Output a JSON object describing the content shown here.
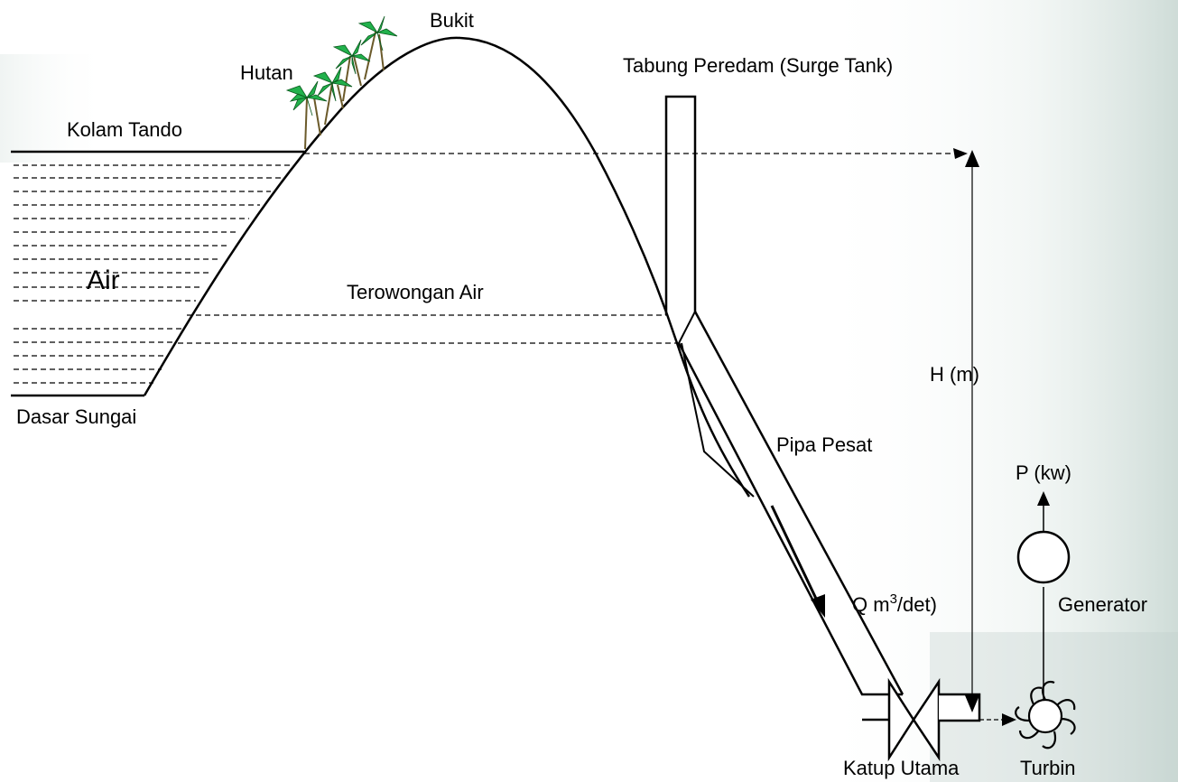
{
  "diagram": {
    "labels": {
      "bukit": "Bukit",
      "hutan": "Hutan",
      "surge_tank": "Tabung Peredam (Surge Tank)",
      "kolam_tando": "Kolam Tando",
      "air": "Air",
      "terowongan_air": "Terowongan Air",
      "dasar_sungai": "Dasar Sungai",
      "head": "H (m)",
      "pipa_pesat": "Pipa Pesat",
      "power": "P (kw)",
      "flow_prefix": "Q m",
      "flow_sup": "3",
      "flow_suffix": "/det)",
      "generator": "Generator",
      "katup_utama": "Katup Utama",
      "turbin": "Turbin"
    },
    "icons": {
      "trees": "palm-tree-icon",
      "valve": "valve-icon",
      "turbine": "turbine-icon",
      "generator": "generator-circle-icon"
    },
    "colors": {
      "line": "#000000",
      "tree_leaf": "#22b14c",
      "tree_trunk": "#6b5a2a",
      "background_tint": "#d5e0dc"
    }
  }
}
